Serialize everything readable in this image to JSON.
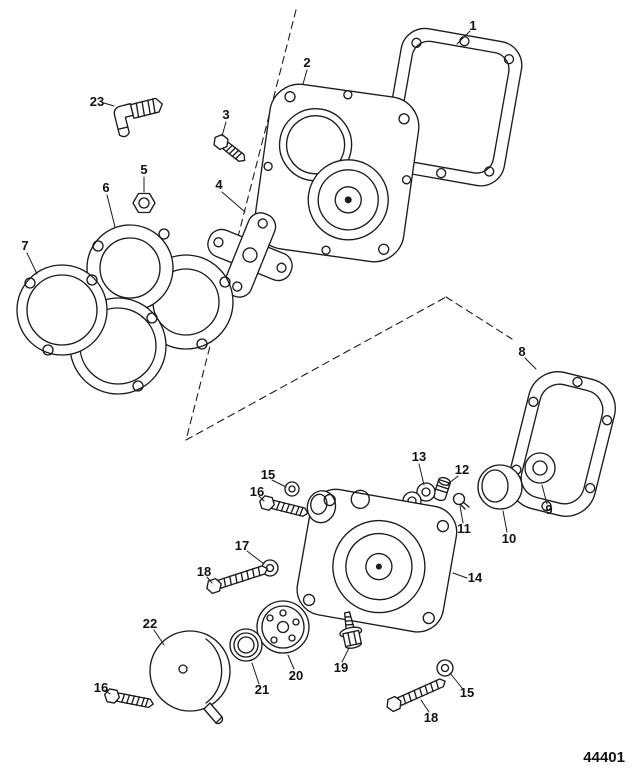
{
  "figure": {
    "number": "44401"
  },
  "colors": {
    "ink": "#1c1c1c",
    "background": "#ffffff"
  },
  "callouts": [
    {
      "id": "c1",
      "label": "1"
    },
    {
      "id": "c2",
      "label": "2"
    },
    {
      "id": "c3",
      "label": "3"
    },
    {
      "id": "c4",
      "label": "4"
    },
    {
      "id": "c5",
      "label": "5"
    },
    {
      "id": "c6",
      "label": "6"
    },
    {
      "id": "c7",
      "label": "7"
    },
    {
      "id": "c8",
      "label": "8"
    },
    {
      "id": "c9",
      "label": "9"
    },
    {
      "id": "c10",
      "label": "10"
    },
    {
      "id": "c11",
      "label": "11"
    },
    {
      "id": "c12",
      "label": "12"
    },
    {
      "id": "c13",
      "label": "13"
    },
    {
      "id": "c14",
      "label": "14"
    },
    {
      "id": "c15",
      "label": "15"
    },
    {
      "id": "c16",
      "label": "16"
    },
    {
      "id": "c17",
      "label": "17"
    },
    {
      "id": "c18",
      "label": "18"
    },
    {
      "id": "c19",
      "label": "19"
    },
    {
      "id": "c20",
      "label": "20"
    },
    {
      "id": "c21",
      "label": "21"
    },
    {
      "id": "c22",
      "label": "22"
    },
    {
      "id": "c23",
      "label": "23"
    },
    {
      "id": "c15b",
      "label": "15"
    },
    {
      "id": "c16b",
      "label": "16"
    },
    {
      "id": "c18b",
      "label": "18"
    }
  ]
}
